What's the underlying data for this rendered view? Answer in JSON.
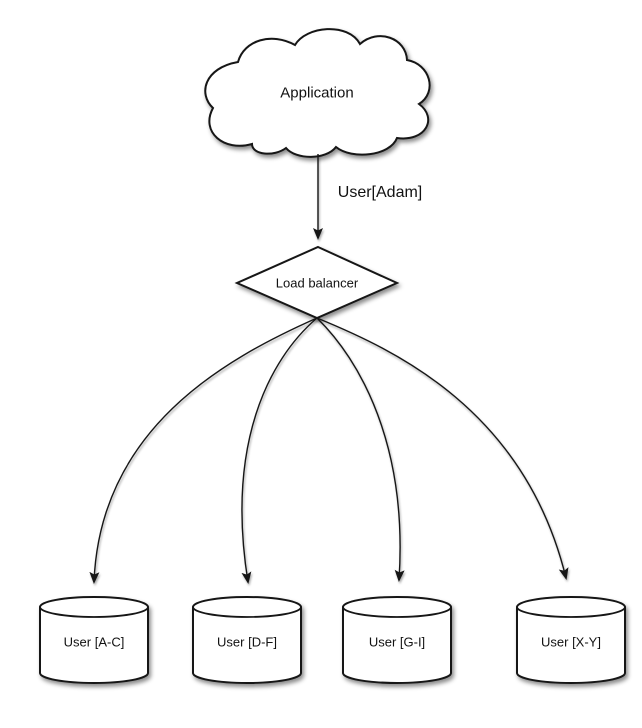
{
  "diagram": {
    "background_color": "#ffffff",
    "stroke_color": "#161616",
    "node_fill_color": "#ffffff",
    "nodes": {
      "application": {
        "label": "Application",
        "shape": "cloud"
      },
      "load_balancer": {
        "label": "Load balancer",
        "shape": "diamond"
      },
      "shards": [
        {
          "label": "User [A-C]",
          "shape": "cylinder"
        },
        {
          "label": "User [D-F]",
          "shape": "cylinder"
        },
        {
          "label": "User [G-I]",
          "shape": "cylinder"
        },
        {
          "label": "User [X-Y]",
          "shape": "cylinder"
        }
      ]
    },
    "edges": {
      "request_label": "User[Adam]"
    }
  }
}
